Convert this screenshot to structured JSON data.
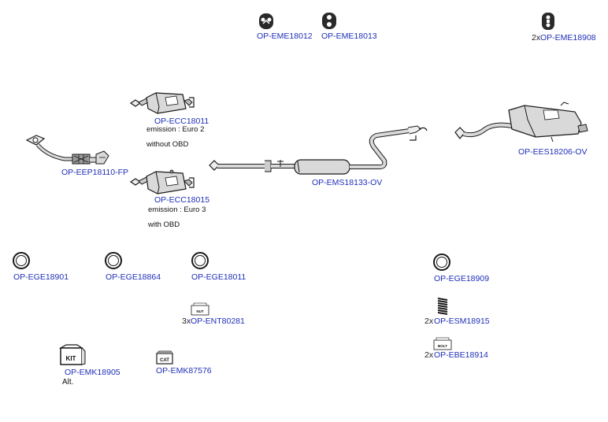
{
  "parts": {
    "hanger_a": {
      "code": "OP-EME18012"
    },
    "hanger_b": {
      "code": "OP-EME18013"
    },
    "hanger_c": {
      "code": "OP-EME18908",
      "qty": "2x"
    },
    "catalyst_euro2": {
      "code": "OP-ECC18011",
      "note1": "emission : Euro 2",
      "note2": "without OBD"
    },
    "catalyst_euro3": {
      "code": "OP-ECC18015",
      "note1": "emission : Euro 3",
      "note2": "with OBD"
    },
    "front_pipe": {
      "code": "OP-EEP18110-FP"
    },
    "middle_silencer": {
      "code": "OP-EMS18133-OV"
    },
    "rear_silencer": {
      "code": "OP-EES18206-OV"
    },
    "gasket_1": {
      "code": "OP-EGE18901"
    },
    "gasket_2": {
      "code": "OP-EGE18864"
    },
    "gasket_3": {
      "code": "OP-EGE18011"
    },
    "gasket_4": {
      "code": "OP-EGE18909"
    },
    "nut": {
      "code": "OP-ENT80281",
      "qty": "3x",
      "icon_label": "NUT"
    },
    "spring": {
      "code": "OP-ESM18915",
      "qty": "2x"
    },
    "bolt": {
      "code": "OP-EBE18914",
      "qty": "2x",
      "icon_label": "BOLT"
    },
    "fitting_kit": {
      "code": "OP-EMK18905",
      "note": "Alt.",
      "icon_label": "KIT"
    },
    "cat_kit": {
      "code": "OP-EMK87576",
      "icon_label": "CAT"
    }
  },
  "colors": {
    "link": "#1f2fb8",
    "line": "#1a1a1a",
    "part_fill": "#d9d9d9",
    "part_dark": "#4a4a4a"
  }
}
